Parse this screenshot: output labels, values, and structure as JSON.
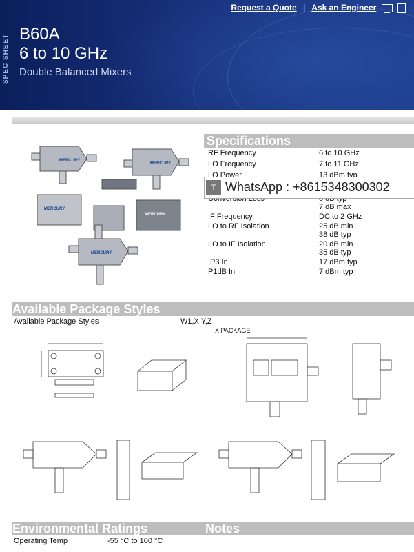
{
  "header": {
    "side_label": "SPEC SHEET",
    "title": "B60A",
    "subtitle": "6 to 10 GHz",
    "tagline": "Double Balanced Mixers",
    "links": [
      "Request a Quote",
      "Ask an Engineer"
    ]
  },
  "sections": {
    "specifications": "Specifications",
    "packages": "Available Package Styles",
    "environmental": "Environmental Ratings",
    "notes": "Notes"
  },
  "specs": [
    {
      "k": "RF Frequency",
      "v": "6 to 10 GHz"
    },
    {
      "k": "LO Frequency",
      "v": "7 to 11 GHz"
    },
    {
      "k": "LO Power",
      "v": "13 dBm typ"
    },
    {
      "k": "Conversion Loss",
      "v": "5 dB typ"
    },
    {
      "k": "",
      "v": "7 dB max"
    },
    {
      "k": "IF Frequency",
      "v": "DC to 2 GHz"
    },
    {
      "k": "LO to RF Isolation",
      "v": "25 dB min"
    },
    {
      "k": "",
      "v": "38 dB typ"
    },
    {
      "k": "LO to IF Isolation",
      "v": "20 dB min"
    },
    {
      "k": "",
      "v": "35 dB typ"
    },
    {
      "k": "IP3 In",
      "v": "17 dBm typ"
    },
    {
      "k": "P1dB In",
      "v": "7 dBm typ"
    }
  ],
  "overlay": {
    "badge": "T",
    "text": "WhatsApp : +8615348300302"
  },
  "packages": {
    "label": "Available Package Styles",
    "value": "W1,X,Y,Z",
    "x_package": "X PACKAGE"
  },
  "environment": [
    {
      "k": "Operating Temp",
      "v": "-55 °C to 100 °C"
    }
  ],
  "photo_brand": "MERCURY"
}
